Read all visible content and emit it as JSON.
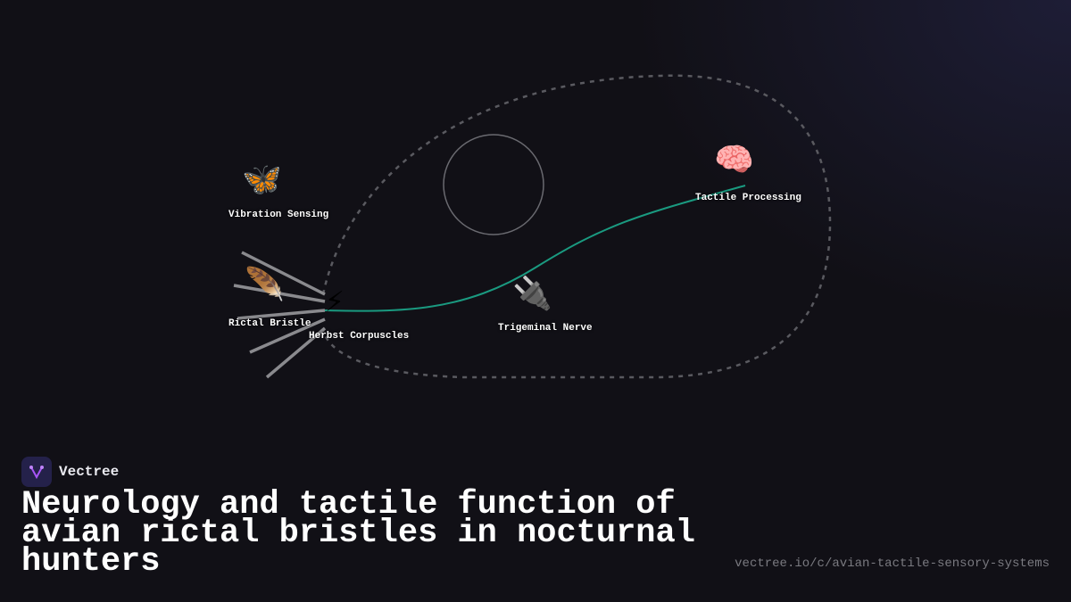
{
  "brand": {
    "name": "Vectree",
    "logo_icon": "vectree-fork-icon",
    "accent": "#a855f7"
  },
  "title": "Neurology and tactile function of avian rictal bristles in nocturnal hunters",
  "url": "vectree.io/c/avian-tactile-sensory-systems",
  "colors": {
    "background": "#111016",
    "pathway": "#1a9a80",
    "dashed": "#5a5a60",
    "circle": "#6a6a70",
    "bristle": "#8a8a8e"
  },
  "nodes": [
    {
      "id": "vibration",
      "label": "Vibration Sensing",
      "icon": "butterfly-icon",
      "glyph": "🦋"
    },
    {
      "id": "rictal",
      "label": "Rictal Bristle",
      "icon": "feather-icon",
      "glyph": "🪶"
    },
    {
      "id": "herbst",
      "label": "Herbst Corpuscles",
      "icon": "lightning-icon",
      "glyph": "⚡"
    },
    {
      "id": "trigeminal",
      "label": "Trigeminal Nerve",
      "icon": "plug-icon",
      "glyph": "🔌"
    },
    {
      "id": "tactile",
      "label": "Tactile Processing",
      "icon": "brain-icon",
      "glyph": "🧠"
    }
  ]
}
